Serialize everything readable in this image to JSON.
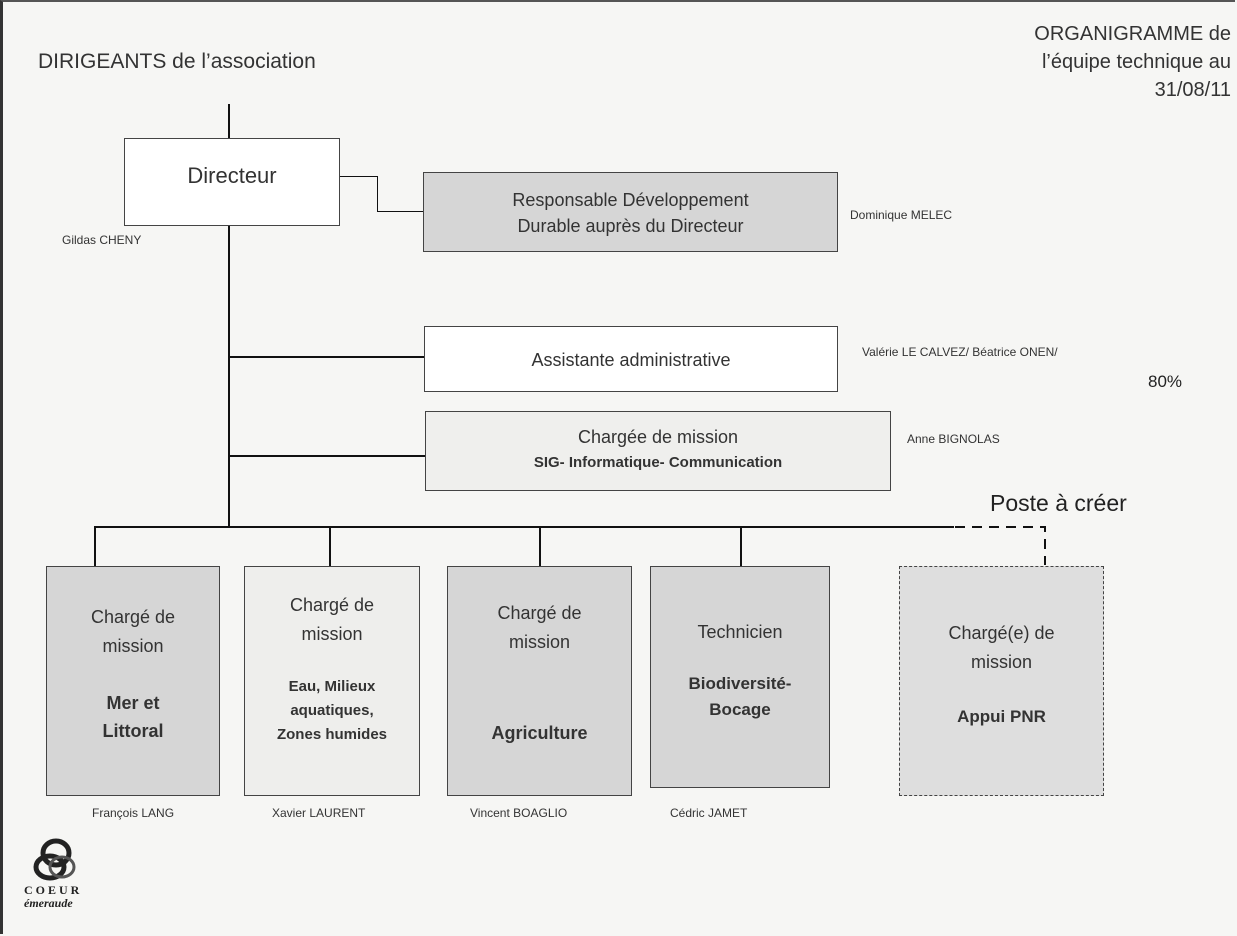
{
  "header": {
    "left_title": "DIRIGEANTS de l’association",
    "right_title_line1": "ORGANIGRAMME de",
    "right_title_line2": "l’équipe technique  au",
    "right_title_line3": "31/08/11"
  },
  "director": {
    "label": "Directeur",
    "person": "Gildas CHENY"
  },
  "responsable": {
    "line1": "Responsable Développement",
    "line2": "Durable auprès du Directeur",
    "person": "Dominique MELEC"
  },
  "assistante": {
    "label": "Assistante administrative",
    "person": "Valérie LE CALVEZ/ Béatrice ONEN/",
    "percent": "80%"
  },
  "sig": {
    "line1": "Chargée de mission",
    "line2": "SIG- Informatique- Communication",
    "person": "Anne BIGNOLAS"
  },
  "poste_a_creer": "Poste à créer",
  "missions": [
    {
      "line1": "Chargé de",
      "line2": "mission",
      "topic1": "Mer et",
      "topic2": "Littoral",
      "topic3": "",
      "person": "François LANG"
    },
    {
      "line1": "Chargé de",
      "line2": "mission",
      "topic1": "Eau, Milieux",
      "topic2": "aquatiques,",
      "topic3": "Zones humides",
      "person": "Xavier LAURENT"
    },
    {
      "line1": "Chargé de",
      "line2": "mission",
      "topic1": "Agriculture",
      "topic2": "",
      "topic3": "",
      "person": "Vincent BOAGLIO"
    },
    {
      "line1": "Technicien",
      "line2": "",
      "topic1": "Biodiversité-",
      "topic2": "Bocage",
      "topic3": "",
      "person": "Cédric JAMET"
    },
    {
      "line1": "Chargé(e) de",
      "line2": "mission",
      "topic1": "Appui PNR",
      "topic2": "",
      "topic3": "",
      "person": ""
    }
  ],
  "logo": {
    "line1": "COEUR",
    "line2": "émeraude"
  }
}
